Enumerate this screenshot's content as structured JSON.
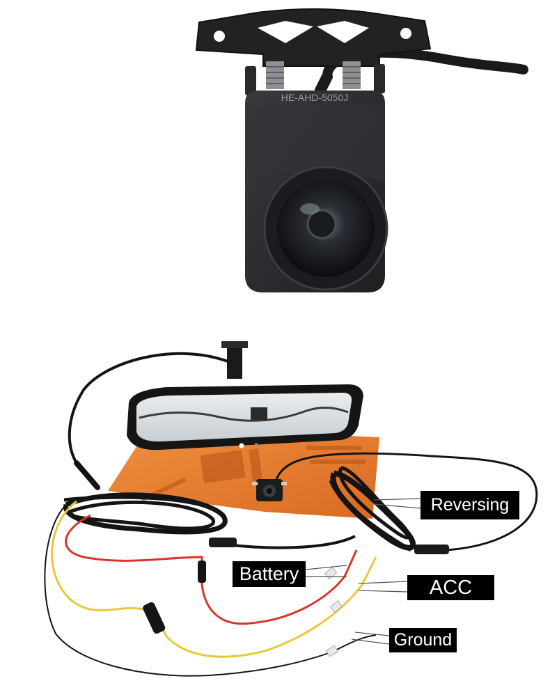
{
  "camera": {
    "model_text": "HE-AHD-5050J"
  },
  "labels": {
    "reversing": "Reversing",
    "battery": "Battery",
    "acc": "ACC",
    "ground": "Ground"
  },
  "colors": {
    "background": "#ffffff",
    "camera_body": "#2b2b2e",
    "cable_black": "#141414",
    "wire_red": "#d9342b",
    "wire_yellow": "#e8c83a",
    "card_orange": "#e8782c",
    "label_bg": "#000000",
    "label_text": "#ffffff"
  }
}
